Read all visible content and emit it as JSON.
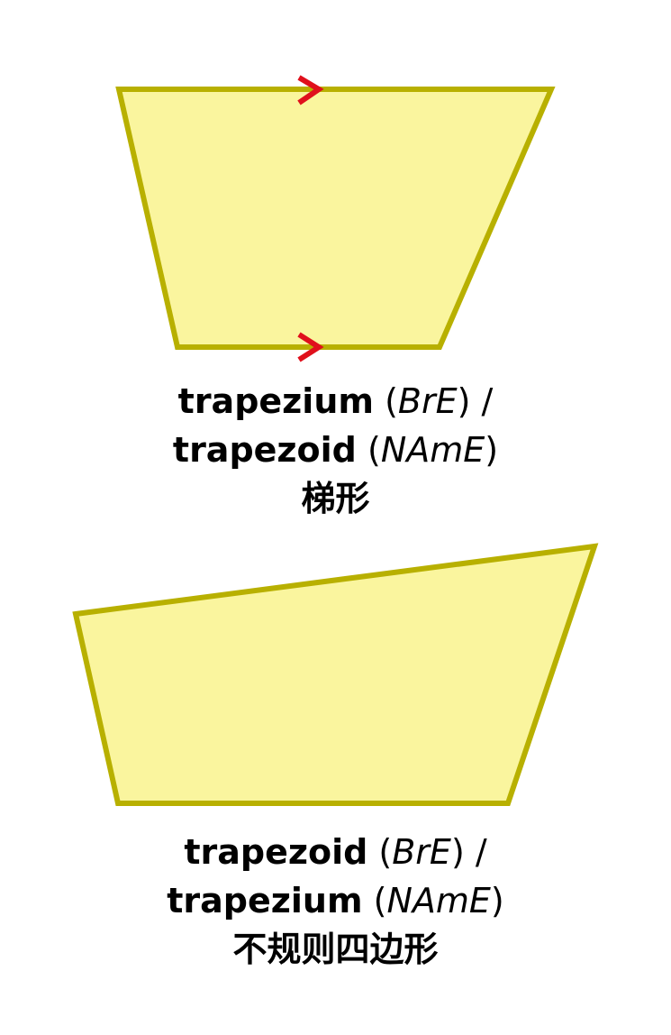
{
  "colors": {
    "shape_fill": "#FAF59E",
    "shape_stroke": "#B8B000",
    "parallel_marker": "#E0101C",
    "text": "#000000",
    "background": "#FFFFFF"
  },
  "trapezium_figure": {
    "parallel_marker_icon": "arrowhead-chevron-icon",
    "caption": {
      "line1_term": "trapezium",
      "line1_variant": "BrE",
      "line1_separator": "/",
      "line2_term": "trapezoid",
      "line2_variant": "NAmE",
      "line3_chinese": "梯形"
    }
  },
  "irregular_figure": {
    "caption": {
      "line1_term": "trapezoid",
      "line1_variant": "BrE",
      "line1_separator": "/",
      "line2_term": "trapezium",
      "line2_variant": "NAmE",
      "line3_chinese": "不规则四边形"
    }
  }
}
